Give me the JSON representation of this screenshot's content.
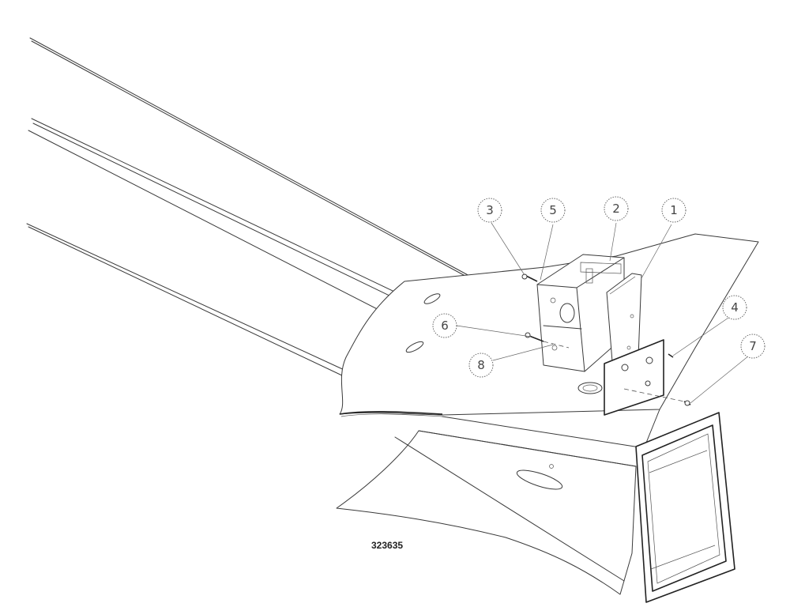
{
  "drawing_number": "323635",
  "callouts": [
    {
      "label": "3"
    },
    {
      "label": "5"
    },
    {
      "label": "2"
    },
    {
      "label": "1"
    },
    {
      "label": "4"
    },
    {
      "label": "7"
    },
    {
      "label": "6"
    },
    {
      "label": "8"
    }
  ]
}
